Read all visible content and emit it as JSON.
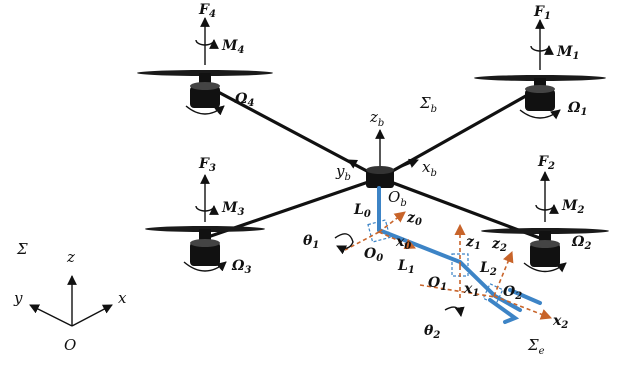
{
  "frames": {
    "inertial": "Σ",
    "body": "Σ",
    "body_sub": "b",
    "end_effector": "Σ",
    "end_effector_sub": "e"
  },
  "inertial_axes": {
    "x": "x",
    "y": "y",
    "z": "z",
    "origin": "O"
  },
  "body_axes": {
    "x": "x",
    "x_sub": "b",
    "y": "y",
    "y_sub": "b",
    "z": "z",
    "z_sub": "b",
    "origin": "O",
    "origin_sub": "b"
  },
  "rotors": [
    {
      "force": "F",
      "force_sub": "4",
      "moment": "M",
      "moment_sub": "4",
      "speed": "Ω",
      "speed_sub": "4"
    },
    {
      "force": "F",
      "force_sub": "1",
      "moment": "M",
      "moment_sub": "1",
      "speed": "Ω",
      "speed_sub": "1"
    },
    {
      "force": "F",
      "force_sub": "3",
      "moment": "M",
      "moment_sub": "3",
      "speed": "Ω",
      "speed_sub": "3"
    },
    {
      "force": "F",
      "force_sub": "2",
      "moment": "M",
      "moment_sub": "2",
      "speed": "Ω",
      "speed_sub": "2"
    }
  ],
  "manipulator": {
    "L0": "L",
    "L0_sub": "0",
    "L1": "L",
    "L1_sub": "1",
    "L2": "L",
    "L2_sub": "2",
    "O0": "O",
    "O0_sub": "0",
    "O1": "O",
    "O1_sub": "1",
    "O2": "O",
    "O2_sub": "2",
    "z0": "z",
    "z0_sub": "0",
    "x0": "x",
    "x0_sub": "0",
    "z1": "z",
    "z1_sub": "1",
    "x1": "x",
    "x1_sub": "1",
    "z2": "z",
    "z2_sub": "2",
    "x2": "x",
    "x2_sub": "2",
    "theta1": "θ",
    "theta1_sub": "1",
    "theta2": "θ",
    "theta2_sub": "2"
  },
  "colors": {
    "link": "#3d84c6",
    "frame_axes": "#c8642a",
    "body": "#111111"
  }
}
